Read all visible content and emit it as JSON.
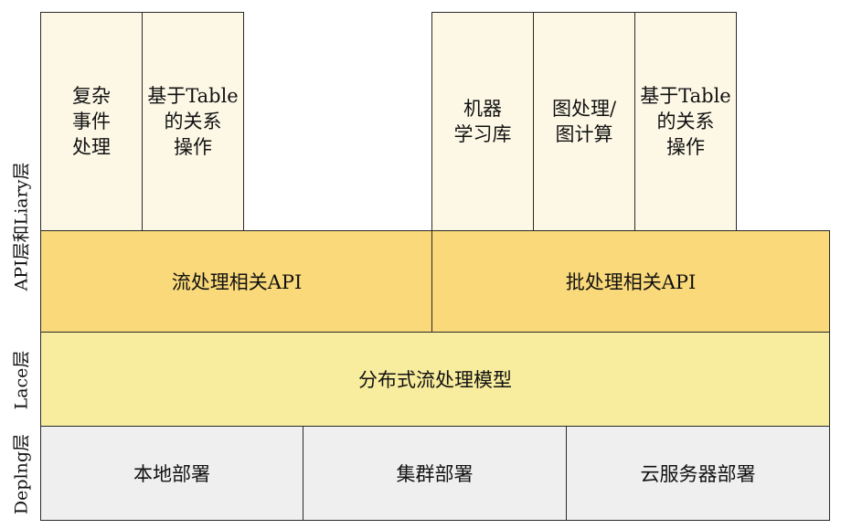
{
  "layers": {
    "api_library": {
      "label": "API层和Liary层",
      "libraries_left": [
        "复杂\n事件\n处理",
        "基于Table\n的关系\n操作"
      ],
      "libraries_right": [
        "机器\n学习库",
        "图处理/\n图计算",
        "基于Table\n的关系\n操作"
      ],
      "stream_api": "流处理相关API",
      "batch_api": "批处理相关API"
    },
    "core": {
      "label": "Lace层",
      "runtime": "分布式流处理模型"
    },
    "deploy": {
      "label": "Deplng层",
      "local": "本地部署",
      "cluster": "集群部署",
      "cloud": "云服务器部署"
    }
  },
  "colors": {
    "library_fill": "#fdf8e6",
    "api_fill": "#fad97a",
    "core_fill": "#f8ec9e",
    "deploy_fill": "#efefef",
    "border": "#2a2a2a"
  }
}
